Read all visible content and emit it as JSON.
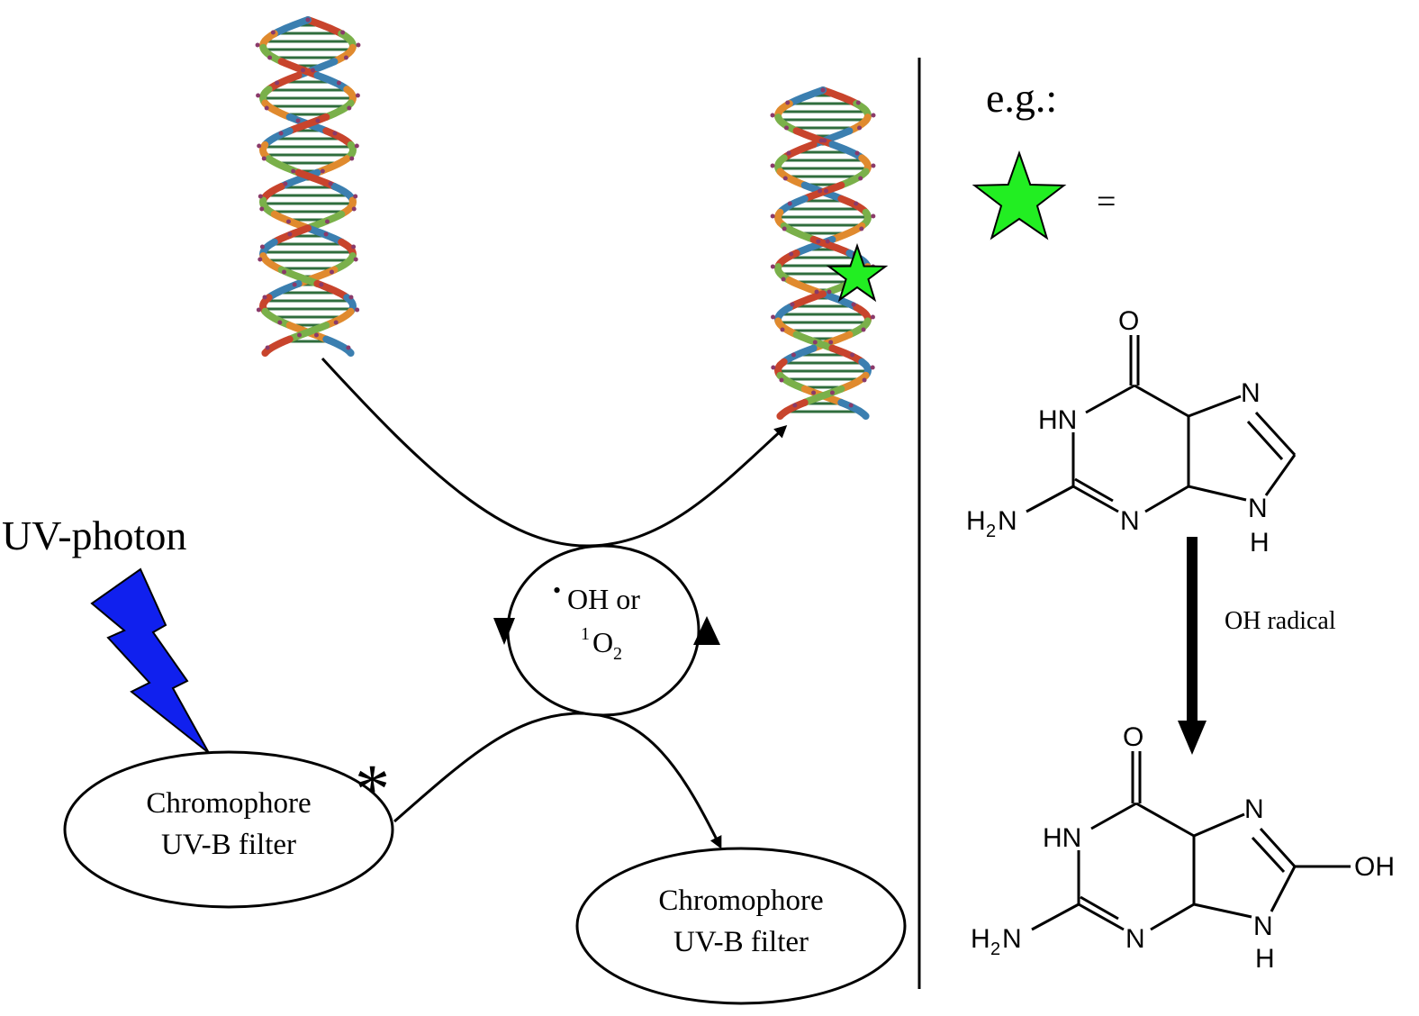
{
  "uv_label": "UV-photon",
  "excited_mark": "*",
  "cycle": {
    "radical_dot": "•",
    "line1": "OH or",
    "line2_sup": "1",
    "line2_base": "O",
    "line2_sub": "2"
  },
  "chromophore_excited": {
    "line1": "Chromophore",
    "line2": "UV-B filter"
  },
  "chromophore_ground": {
    "line1": "Chromophore",
    "line2": "UV-B filter"
  },
  "legend": {
    "eg_label": "e.g.:",
    "equals": "="
  },
  "reaction_label": "OH radical",
  "guanine": {
    "O": "O",
    "HN": "HN",
    "N7": "N",
    "H2N_base": "H",
    "H2N_sub": "2",
    "H2N_N": "N",
    "N3": "N",
    "N9": "N",
    "H9": "H"
  },
  "oxoguanine": {
    "O": "O",
    "HN": "HN",
    "N7": "N",
    "OH": "OH",
    "H2N_base": "H",
    "H2N_sub": "2",
    "H2N_N": "N",
    "N3": "N",
    "N9": "N",
    "H9": "H"
  },
  "colors": {
    "bolt": "#1020ee",
    "star": "#22ee22",
    "dna_red": "#c8442c",
    "dna_blue": "#3b7fb0",
    "dna_orange": "#e08a2e",
    "dna_green": "#7ab04a"
  }
}
